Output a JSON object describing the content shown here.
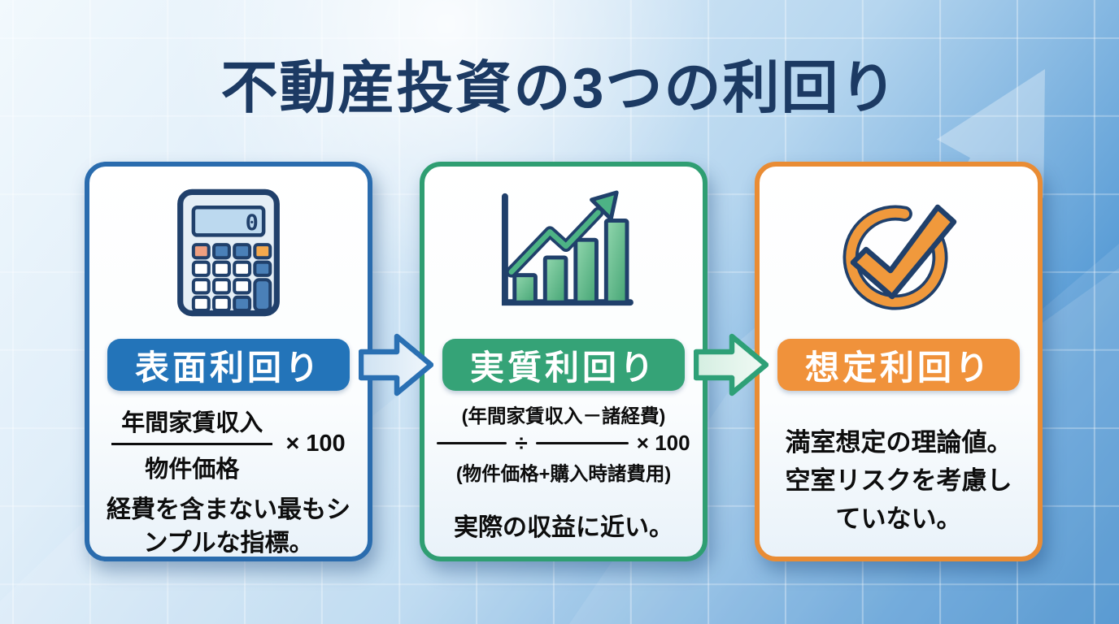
{
  "page": {
    "title": "不動産投資の3つの利回り",
    "title_color": "#1c3a63",
    "background": {
      "top_left_color": "#f2f9fd",
      "bottom_right_color": "#2d7fc6",
      "decoration": "growth-arrow-icon"
    }
  },
  "cards": [
    {
      "id": "surface-yield",
      "label": "表面利回り",
      "accent_color": "#2a6cae",
      "badge_color": "#2374b9",
      "icon": "calculator-icon",
      "formula": {
        "numerator": "年間家賃収入",
        "denominator": "物件価格",
        "multiplier": "× 100"
      },
      "description": "経費を含まない最もシンプルな指標。",
      "description_lines": [
        "経費を含まない最もシ",
        "ンプルな指標。"
      ]
    },
    {
      "id": "real-yield",
      "label": "実質利回り",
      "accent_color": "#2f9e72",
      "badge_color": "#35a377",
      "icon": "bar-chart-growth-icon",
      "formula": {
        "numerator": "(年間家賃収入－諸経費)",
        "operator": "÷",
        "denominator": "(物件価格+購入時諸費用)",
        "multiplier": "× 100"
      },
      "description": "実際の収益に近い。",
      "description_lines": [
        "実際の収益に近い。"
      ]
    },
    {
      "id": "expected-yield",
      "label": "想定利回り",
      "accent_color": "#e98c34",
      "badge_color": "#f0923b",
      "icon": "check-circle-icon",
      "description": "満室想定の理論値。空室リスクを考慮していない。",
      "description_lines": [
        "満室想定の理論値。",
        "空室リスクを考慮し",
        "ていない。"
      ]
    }
  ],
  "connectors": [
    {
      "icon": "flow-arrow-right-icon",
      "color": "#2a70b3",
      "fill": "#d9e8f5"
    },
    {
      "icon": "flow-arrow-right-icon",
      "color": "#2ea077",
      "fill": "#d9efe4"
    }
  ]
}
